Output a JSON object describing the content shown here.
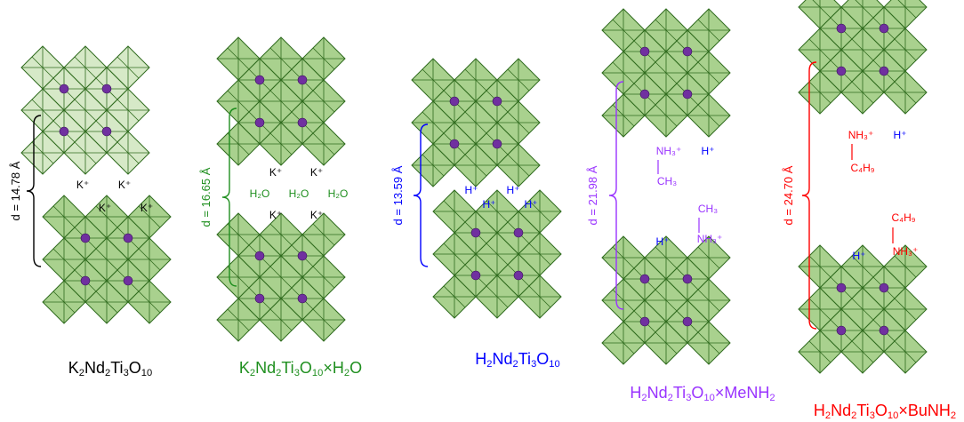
{
  "colors": {
    "octa_fill": "#a9d18e",
    "octa_fill_light": "#d6e9c7",
    "octa_stroke": "#2f6b1e",
    "atom": "#7030a0",
    "black": "#000000",
    "green": "#1f8f1f",
    "blue": "#0000ff",
    "purple": "#9933ff",
    "red": "#ff0000"
  },
  "panels": [
    {
      "id": "k2",
      "label": "K2Nd2Ti3O10",
      "label_parts": [
        {
          "t": "K"
        },
        {
          "t": "2",
          "sub": true
        },
        {
          "t": "Nd"
        },
        {
          "t": "2",
          "sub": true
        },
        {
          "t": "Ti"
        },
        {
          "t": "3",
          "sub": true
        },
        {
          "t": "O"
        },
        {
          "t": "10",
          "sub": true
        }
      ],
      "color": "black",
      "d": "d = 14.78 Å",
      "ions": [
        {
          "t": "K⁺"
        },
        {
          "t": "K⁺"
        },
        {
          "t": "K⁺"
        },
        {
          "t": "K⁺"
        }
      ]
    },
    {
      "id": "k2h2o",
      "label": "K2Nd2Ti3O10×H2O",
      "label_parts": [
        {
          "t": "K"
        },
        {
          "t": "2",
          "sub": true
        },
        {
          "t": "Nd"
        },
        {
          "t": "2",
          "sub": true
        },
        {
          "t": "Ti"
        },
        {
          "t": "3",
          "sub": true
        },
        {
          "t": "O"
        },
        {
          "t": "10",
          "sub": true
        },
        {
          "t": "×H"
        },
        {
          "t": "2",
          "sub": true
        },
        {
          "t": "O"
        }
      ],
      "color": "green",
      "d": "d = 16.65 Å",
      "ions": [
        {
          "t": "K⁺"
        },
        {
          "t": "K⁺"
        },
        {
          "t": "K⁺"
        },
        {
          "t": "K⁺"
        }
      ],
      "water": [
        "H₂O",
        "H₂O",
        "H₂O"
      ]
    },
    {
      "id": "h2",
      "label": "H2Nd2Ti3O10",
      "label_parts": [
        {
          "t": "H"
        },
        {
          "t": "2",
          "sub": true
        },
        {
          "t": "Nd"
        },
        {
          "t": "2",
          "sub": true
        },
        {
          "t": "Ti"
        },
        {
          "t": "3",
          "sub": true
        },
        {
          "t": "O"
        },
        {
          "t": "10",
          "sub": true
        }
      ],
      "color": "blue",
      "d": "d = 13.59 Å",
      "ions": [
        {
          "t": "H⁺"
        },
        {
          "t": "H⁺"
        },
        {
          "t": "H⁺"
        },
        {
          "t": "H⁺"
        }
      ]
    },
    {
      "id": "menh2",
      "label": "H2Nd2Ti3O10×MeNH2",
      "label_parts": [
        {
          "t": "H"
        },
        {
          "t": "2",
          "sub": true
        },
        {
          "t": "Nd"
        },
        {
          "t": "2",
          "sub": true
        },
        {
          "t": "Ti"
        },
        {
          "t": "3",
          "sub": true
        },
        {
          "t": "O"
        },
        {
          "t": "10",
          "sub": true
        },
        {
          "t": "×MeNH"
        },
        {
          "t": "2",
          "sub": true
        }
      ],
      "color": "purple",
      "d": "d = 21.98 Å",
      "ions": [
        {
          "t": "H⁺"
        },
        {
          "t": "H⁺"
        }
      ],
      "amine_top": [
        "NH₃⁺",
        "CH₃"
      ],
      "amine_bottom": [
        "CH₃",
        "NH₃⁺"
      ]
    },
    {
      "id": "bunh2",
      "label": "H2Nd2Ti3O10×BuNH2",
      "label_parts": [
        {
          "t": "H"
        },
        {
          "t": "2",
          "sub": true
        },
        {
          "t": "Nd"
        },
        {
          "t": "2",
          "sub": true
        },
        {
          "t": "Ti"
        },
        {
          "t": "3",
          "sub": true
        },
        {
          "t": "O"
        },
        {
          "t": "10",
          "sub": true
        },
        {
          "t": "×BuNH"
        },
        {
          "t": "2",
          "sub": true
        }
      ],
      "color": "red",
      "d": "d = 24.70 Å",
      "ions": [
        {
          "t": "H⁺"
        },
        {
          "t": "H⁺"
        }
      ],
      "amine_top": [
        "NH₃⁺",
        "C₄H₉"
      ],
      "amine_bottom": [
        "C₄H₉",
        "NH₃⁺"
      ]
    }
  ]
}
